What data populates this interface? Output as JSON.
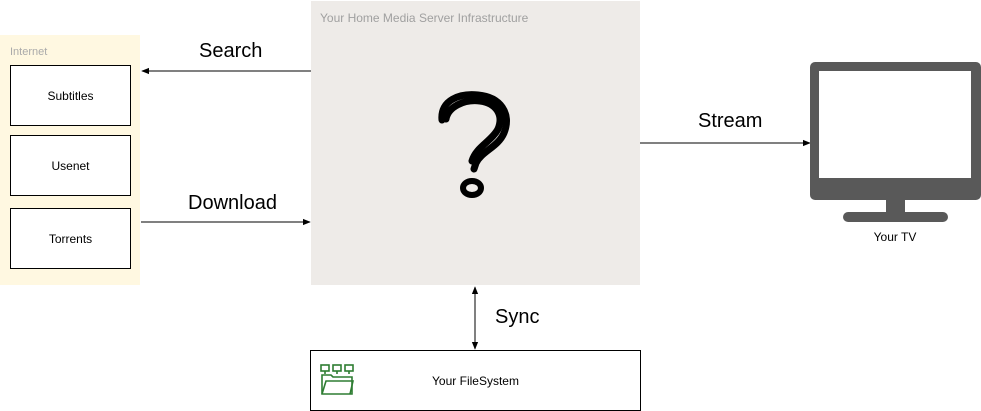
{
  "internet": {
    "title": "Internet",
    "sources": [
      "Subtitles",
      "Usenet",
      "Torrents"
    ]
  },
  "server": {
    "title": "Your Home Media Server Infrastructure",
    "symbol": "?"
  },
  "edges": {
    "search": "Search",
    "download": "Download",
    "stream": "Stream",
    "sync": "Sync"
  },
  "tv": {
    "label": "Your TV"
  },
  "filesystem": {
    "label": "Your FileSystem",
    "icon": "folder-network-icon"
  },
  "colors": {
    "internet_fill": "#fff8e1",
    "server_fill": "#eeebe8",
    "tv_gray": "#595959",
    "folder_green": "#2e7d32"
  }
}
